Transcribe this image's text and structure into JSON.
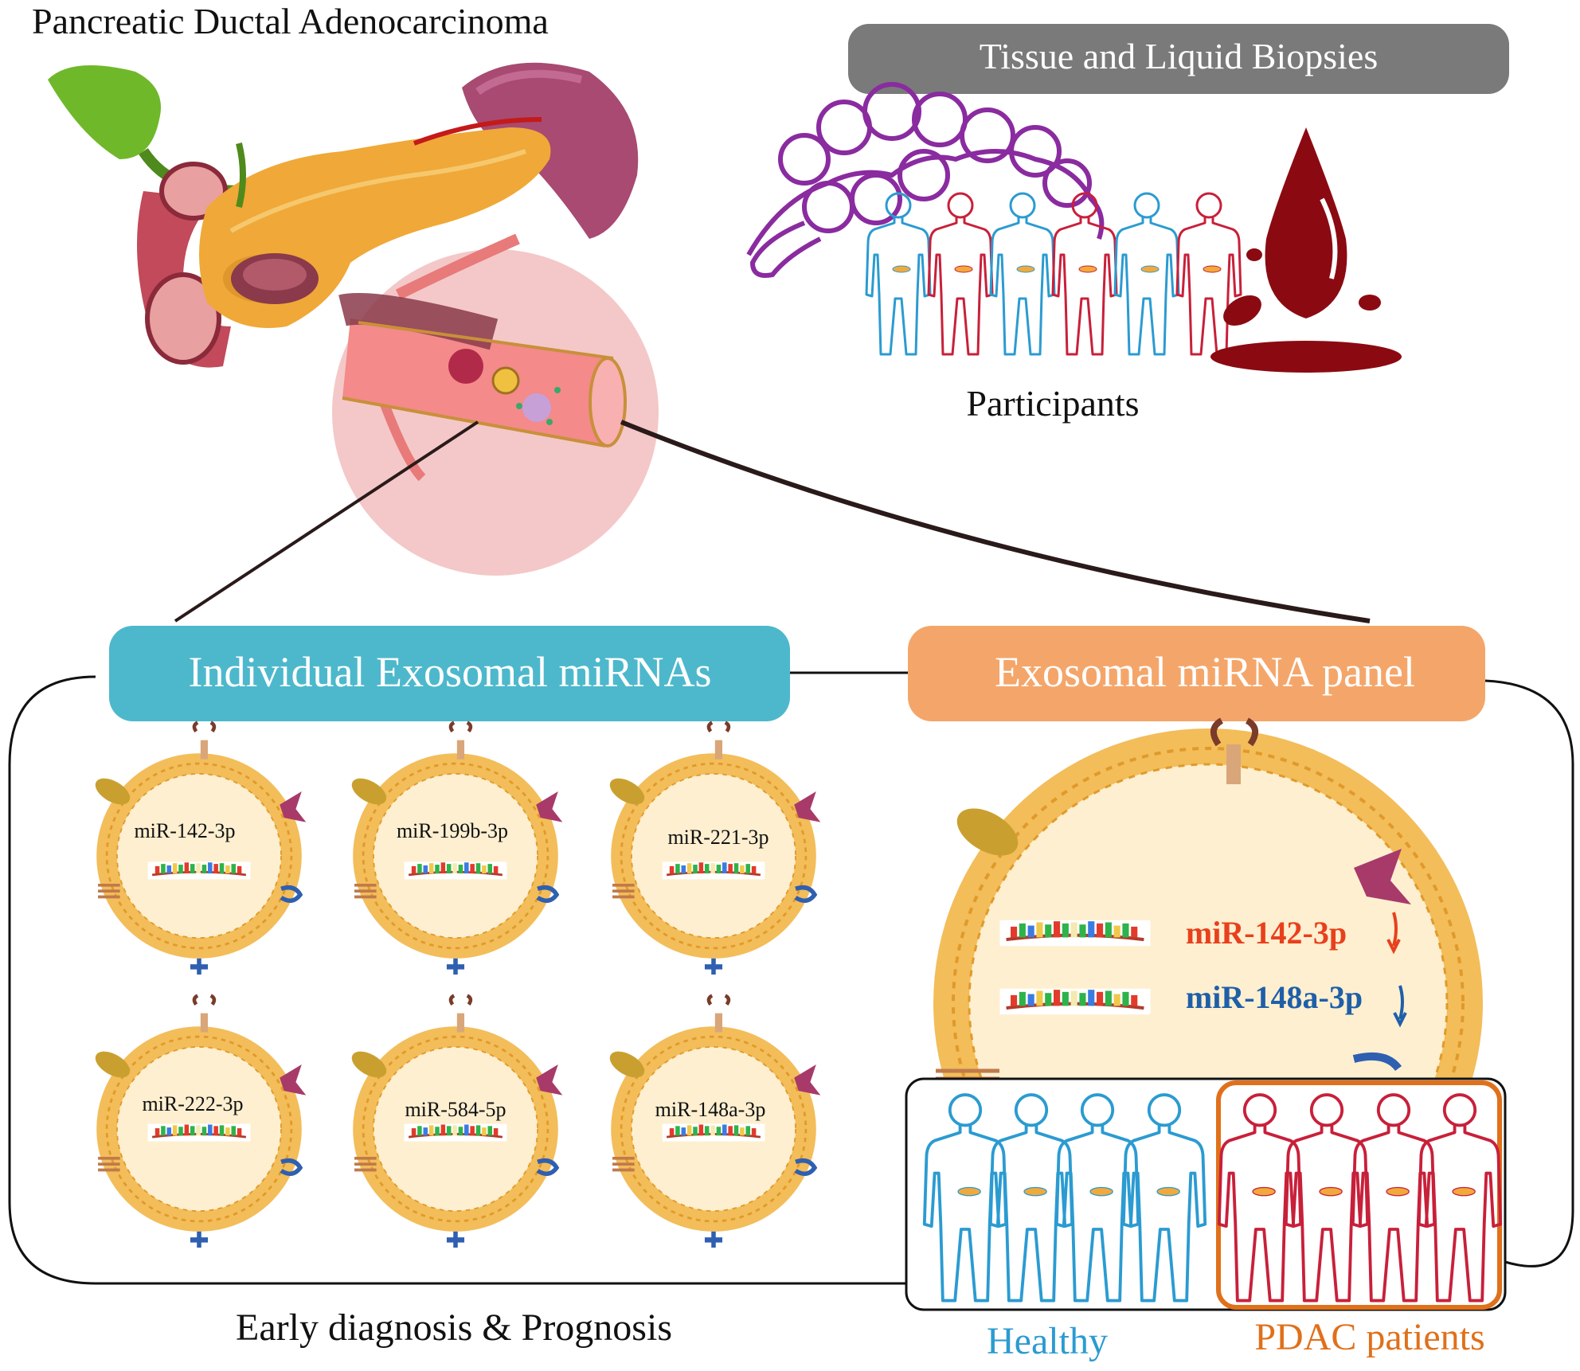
{
  "title": "Pancreatic Ductal Adenocarcinoma",
  "biopsies_label": "Tissue and Liquid Biopsies",
  "participants_label": "Participants",
  "individual_label": "Individual Exosomal miRNAs",
  "panel_label": "Exosomal miRNA panel",
  "footer_label": "Early diagnosis & Prognosis",
  "healthy_label": "Healthy",
  "pdac_label": "PDAC patients",
  "individual_mirnas": [
    "miR-142-3p",
    "miR-199b-3p",
    "miR-221-3p",
    "miR-222-3p",
    "miR-584-5p",
    "miR-148a-3p"
  ],
  "panel_mirnas": [
    {
      "name": "miR-142-3p",
      "color": "#e8401c",
      "arrow": "down"
    },
    {
      "name": "miR-148a-3p",
      "color": "#1f5fa8",
      "arrow": "down"
    }
  ],
  "colors": {
    "biopsy_pill": "#7a7a7a",
    "individual_pill": "#4db8cc",
    "panel_pill": "#f4a66a",
    "healthy": "#2b9bd1",
    "patient": "#c8203a",
    "pdac_box": "#e0701a",
    "lung_outline": "#8a2ba0",
    "blood": "#8b0a12",
    "exosome_ring": "#f3bd5a",
    "exosome_fill": "#fdefd0"
  },
  "icons": [
    "pancreas-illustration",
    "blood-vessel-icon",
    "lung-icon",
    "blood-drop-icon",
    "person-icon",
    "exosome-icon",
    "rna-strand-icon",
    "receptor-icon",
    "down-arrow-icon"
  ]
}
